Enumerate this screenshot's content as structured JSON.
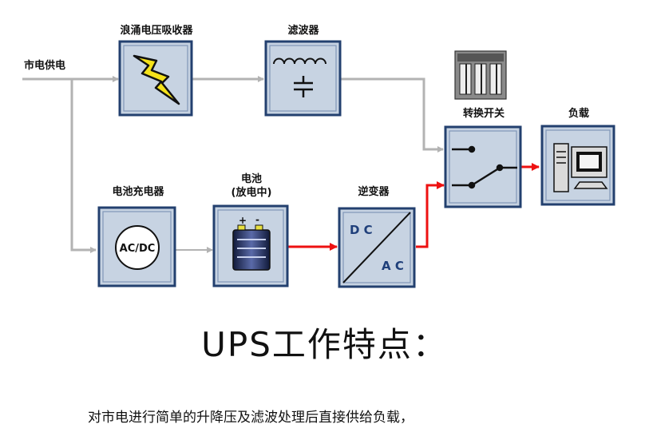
{
  "diagram": {
    "input_label": "市电供电",
    "surge_label": "浪涌电压吸收器",
    "filter_label": "滤波器",
    "switch_label": "转换开关",
    "load_label": "负载",
    "charger_label": "电池充电器",
    "charger_text": "AC/DC",
    "battery_label_line1": "电池",
    "battery_label_line2": "(放电中)",
    "battery_plus": "+",
    "battery_minus": "-",
    "inverter_label": "逆变器",
    "inverter_dc": "D C",
    "inverter_ac": "A C",
    "colors": {
      "box_fill": "#c7d3e2",
      "box_border": "#23406f",
      "grey_line": "#b3b3b3",
      "active_line": "#ee1111"
    }
  },
  "heading": "UPS工作特点：",
  "note": "对市电进行简单的升降压及滤波处理后直接供给负载，"
}
